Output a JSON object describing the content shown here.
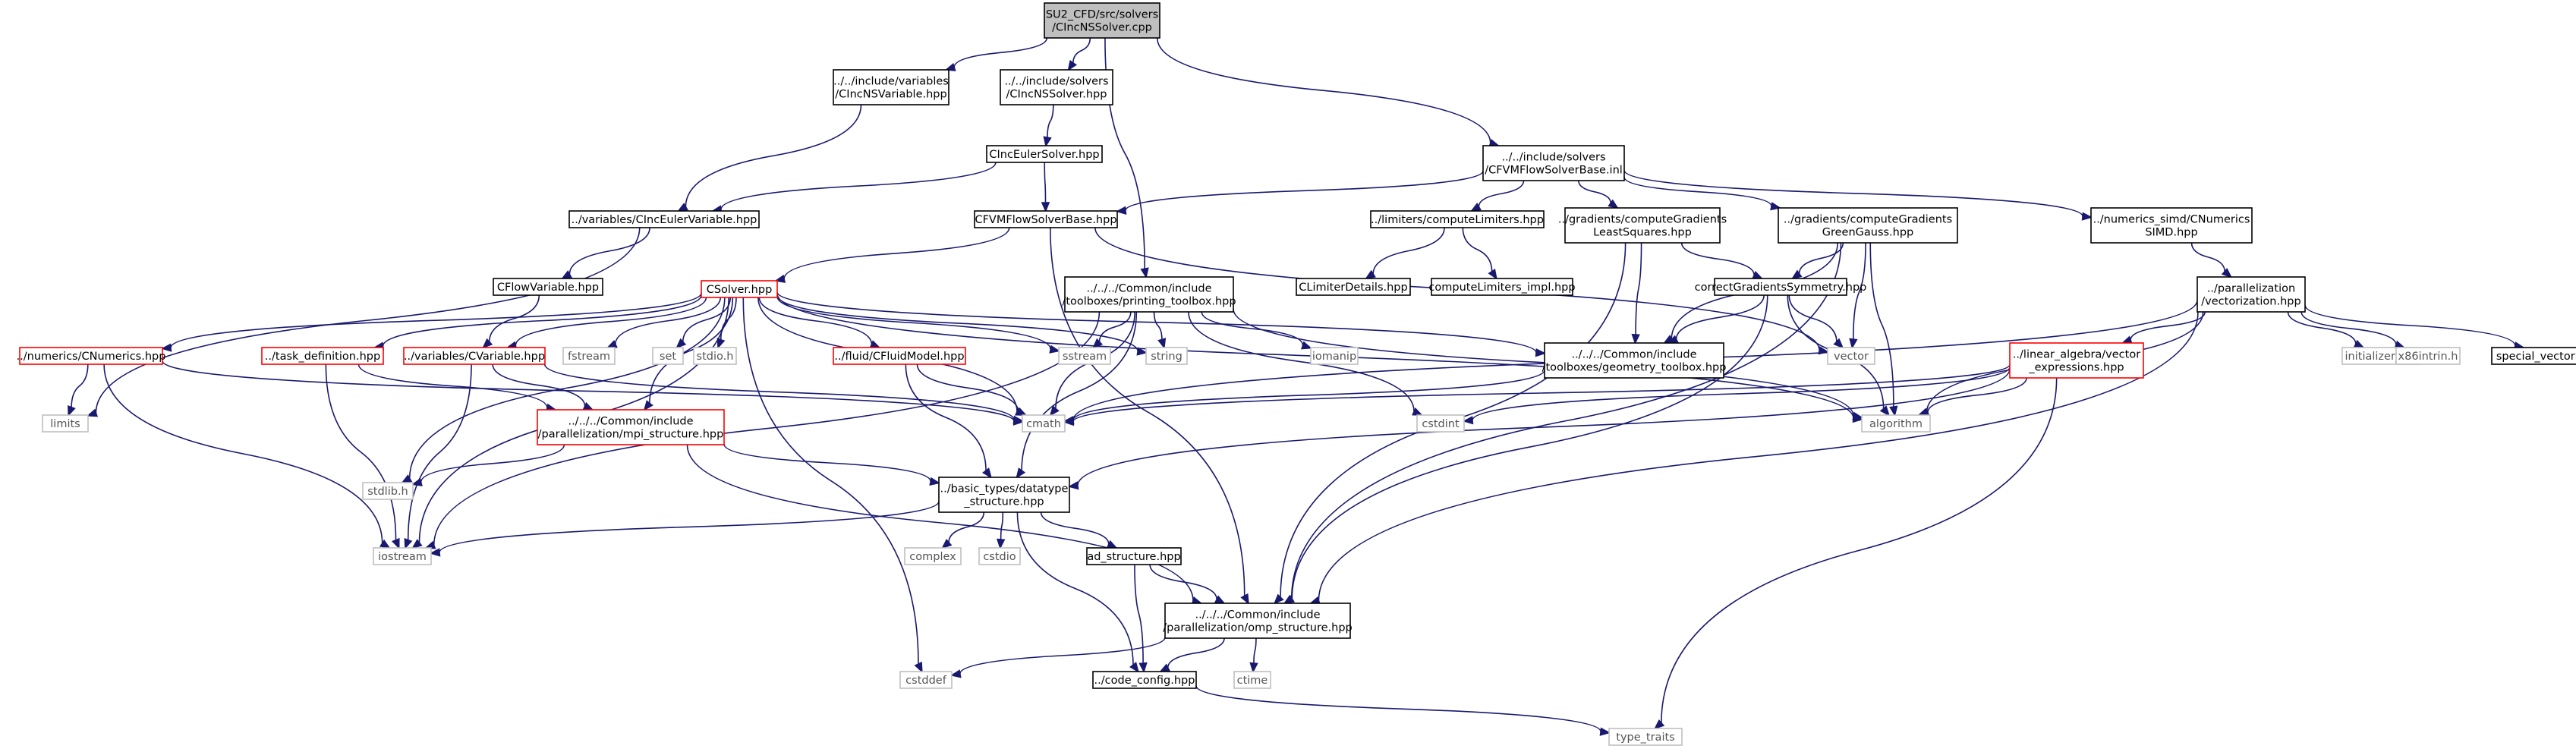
{
  "colors": {
    "edge": "#191970",
    "root_fill": "#bfbfbf",
    "truncated_border": "#ff0000",
    "system_border": "#bfbfbf",
    "node_border": "#000000"
  },
  "nodes": [
    {
      "id": "root",
      "kind": "root",
      "lines": [
        "SU2_CFD/src/solvers",
        "/CIncNSSolver.cpp"
      ]
    },
    {
      "id": "incnsvar",
      "kind": "doc",
      "lines": [
        "../../include/variables",
        "/CIncNSVariable.hpp"
      ]
    },
    {
      "id": "incnssolver",
      "kind": "doc",
      "lines": [
        "../../include/solvers",
        "/CIncNSSolver.hpp"
      ]
    },
    {
      "id": "printing",
      "kind": "doc",
      "lines": [
        "../../../Common/include",
        "/toolboxes/printing_toolbox.hpp"
      ]
    },
    {
      "id": "fvmbaseinl",
      "kind": "doc",
      "lines": [
        "../../include/solvers",
        "/CFVMFlowSolverBase.inl"
      ]
    },
    {
      "id": "inceulersolver",
      "kind": "doc",
      "lines": [
        "CIncEulerSolver.hpp"
      ]
    },
    {
      "id": "inceulervar",
      "kind": "doc",
      "lines": [
        "../variables/CIncEulerVariable.hpp"
      ]
    },
    {
      "id": "fvmbase",
      "kind": "doc",
      "lines": [
        "CFVMFlowSolverBase.hpp"
      ]
    },
    {
      "id": "computelimiters",
      "kind": "doc",
      "lines": [
        "../limiters/computeLimiters.hpp"
      ]
    },
    {
      "id": "leastsquares",
      "kind": "doc",
      "lines": [
        "../gradients/computeGradients",
        "LeastSquares.hpp"
      ]
    },
    {
      "id": "greengauss",
      "kind": "doc",
      "lines": [
        "../gradients/computeGradients",
        "GreenGauss.hpp"
      ]
    },
    {
      "id": "simd",
      "kind": "doc",
      "lines": [
        "../numerics_simd/CNumerics",
        "SIMD.hpp"
      ]
    },
    {
      "id": "flowvar",
      "kind": "doc",
      "lines": [
        "CFlowVariable.hpp"
      ]
    },
    {
      "id": "csolver",
      "kind": "trunc",
      "lines": [
        "CSolver.hpp"
      ]
    },
    {
      "id": "limiterdetails",
      "kind": "doc",
      "lines": [
        "CLimiterDetails.hpp"
      ]
    },
    {
      "id": "limitersimpl",
      "kind": "doc",
      "lines": [
        "computeLimiters_impl.hpp"
      ]
    },
    {
      "id": "correctgrad",
      "kind": "doc",
      "lines": [
        "correctGradientsSymmetry.hpp"
      ]
    },
    {
      "id": "vectorization",
      "kind": "doc",
      "lines": [
        "../parallelization",
        "/vectorization.hpp"
      ]
    },
    {
      "id": "cnumerics",
      "kind": "trunc",
      "lines": [
        "../numerics/CNumerics.hpp"
      ]
    },
    {
      "id": "taskdef",
      "kind": "trunc",
      "lines": [
        "../task_definition.hpp"
      ]
    },
    {
      "id": "cvariable",
      "kind": "trunc",
      "lines": [
        "../variables/CVariable.hpp"
      ]
    },
    {
      "id": "fstream",
      "kind": "sys",
      "lines": [
        "fstream"
      ]
    },
    {
      "id": "set",
      "kind": "sys",
      "lines": [
        "set"
      ]
    },
    {
      "id": "stdioh",
      "kind": "sys",
      "lines": [
        "stdio.h"
      ]
    },
    {
      "id": "fluidmodel",
      "kind": "trunc",
      "lines": [
        "../fluid/CFluidModel.hpp"
      ]
    },
    {
      "id": "sstream",
      "kind": "sys",
      "lines": [
        "sstream"
      ]
    },
    {
      "id": "string",
      "kind": "sys",
      "lines": [
        "string"
      ]
    },
    {
      "id": "iomanip",
      "kind": "sys",
      "lines": [
        "iomanip"
      ]
    },
    {
      "id": "geometry",
      "kind": "doc",
      "lines": [
        "../../../Common/include",
        "/toolboxes/geometry_toolbox.hpp"
      ]
    },
    {
      "id": "vector",
      "kind": "sys",
      "lines": [
        "vector"
      ]
    },
    {
      "id": "linalg",
      "kind": "trunc",
      "lines": [
        "../linear_algebra/vector",
        "_expressions.hpp"
      ]
    },
    {
      "id": "initlist",
      "kind": "sys",
      "lines": [
        "initializer_list"
      ]
    },
    {
      "id": "x86intrin",
      "kind": "sys",
      "lines": [
        "x86intrin.h"
      ]
    },
    {
      "id": "specialvec",
      "kind": "doc",
      "lines": [
        "special_vectorization.hpp"
      ]
    },
    {
      "id": "limits",
      "kind": "sys",
      "lines": [
        "limits"
      ]
    },
    {
      "id": "mpistructure",
      "kind": "trunc",
      "lines": [
        "../../../Common/include",
        "/parallelization/mpi_structure.hpp"
      ]
    },
    {
      "id": "cmath",
      "kind": "sys",
      "lines": [
        "cmath"
      ]
    },
    {
      "id": "cstdint",
      "kind": "sys",
      "lines": [
        "cstdint"
      ]
    },
    {
      "id": "algorithm",
      "kind": "sys",
      "lines": [
        "algorithm"
      ]
    },
    {
      "id": "stdlibh",
      "kind": "sys",
      "lines": [
        "stdlib.h"
      ]
    },
    {
      "id": "datatype",
      "kind": "doc",
      "lines": [
        "../basic_types/datatype",
        "_structure.hpp"
      ]
    },
    {
      "id": "iostream",
      "kind": "sys",
      "lines": [
        "iostream"
      ]
    },
    {
      "id": "complex",
      "kind": "sys",
      "lines": [
        "complex"
      ]
    },
    {
      "id": "cstdio",
      "kind": "sys",
      "lines": [
        "cstdio"
      ]
    },
    {
      "id": "adstructure",
      "kind": "doc",
      "lines": [
        "ad_structure.hpp"
      ]
    },
    {
      "id": "ompstructure",
      "kind": "doc",
      "lines": [
        "../../../Common/include",
        "/parallelization/omp_structure.hpp"
      ]
    },
    {
      "id": "cstddef",
      "kind": "sys",
      "lines": [
        "cstddef"
      ]
    },
    {
      "id": "codeconfig",
      "kind": "doc",
      "lines": [
        "../code_config.hpp"
      ]
    },
    {
      "id": "ctime",
      "kind": "sys",
      "lines": [
        "ctime"
      ]
    },
    {
      "id": "typetraits",
      "kind": "sys",
      "lines": [
        "type_traits"
      ]
    }
  ],
  "edges": [
    [
      "root",
      "incnsvar"
    ],
    [
      "root",
      "incnssolver"
    ],
    [
      "root",
      "printing"
    ],
    [
      "root",
      "fvmbaseinl"
    ],
    [
      "incnsvar",
      "inceulervar"
    ],
    [
      "incnssolver",
      "inceulersolver"
    ],
    [
      "inceulersolver",
      "inceulervar"
    ],
    [
      "inceulersolver",
      "fvmbase"
    ],
    [
      "inceulervar",
      "flowvar"
    ],
    [
      "inceulervar",
      "limits"
    ],
    [
      "fvmbaseinl",
      "fvmbase"
    ],
    [
      "fvmbaseinl",
      "computelimiters"
    ],
    [
      "fvmbaseinl",
      "leastsquares"
    ],
    [
      "fvmbaseinl",
      "greengauss"
    ],
    [
      "fvmbaseinl",
      "simd"
    ],
    [
      "fvmbase",
      "csolver"
    ],
    [
      "fvmbase",
      "ompstructure"
    ],
    [
      "fvmbase",
      "vector"
    ],
    [
      "flowvar",
      "cvariable"
    ],
    [
      "computelimiters",
      "limiterdetails"
    ],
    [
      "computelimiters",
      "limitersimpl"
    ],
    [
      "leastsquares",
      "correctgrad"
    ],
    [
      "leastsquares",
      "geometry"
    ],
    [
      "leastsquares",
      "ompstructure"
    ],
    [
      "greengauss",
      "correctgrad"
    ],
    [
      "greengauss",
      "geometry"
    ],
    [
      "greengauss",
      "vector"
    ],
    [
      "greengauss",
      "algorithm"
    ],
    [
      "greengauss",
      "ompstructure"
    ],
    [
      "simd",
      "vectorization"
    ],
    [
      "csolver",
      "cnumerics"
    ],
    [
      "csolver",
      "taskdef"
    ],
    [
      "csolver",
      "cvariable"
    ],
    [
      "csolver",
      "fstream"
    ],
    [
      "csolver",
      "set"
    ],
    [
      "csolver",
      "stdioh"
    ],
    [
      "csolver",
      "fluidmodel"
    ],
    [
      "csolver",
      "sstream"
    ],
    [
      "csolver",
      "string"
    ],
    [
      "csolver",
      "mpistructure"
    ],
    [
      "csolver",
      "cmath"
    ],
    [
      "csolver",
      "algorithm"
    ],
    [
      "csolver",
      "stdlibh"
    ],
    [
      "csolver",
      "iostream"
    ],
    [
      "csolver",
      "cstddef"
    ],
    [
      "csolver",
      "geometry"
    ],
    [
      "printing",
      "sstream"
    ],
    [
      "printing",
      "string"
    ],
    [
      "printing",
      "iomanip"
    ],
    [
      "printing",
      "cmath"
    ],
    [
      "printing",
      "cstdint"
    ],
    [
      "printing",
      "algorithm"
    ],
    [
      "printing",
      "iostream"
    ],
    [
      "printing",
      "datatype"
    ],
    [
      "correctgrad",
      "geometry"
    ],
    [
      "correctgrad",
      "vector"
    ],
    [
      "correctgrad",
      "algorithm"
    ],
    [
      "correctgrad",
      "ompstructure"
    ],
    [
      "vectorization",
      "linalg"
    ],
    [
      "vectorization",
      "initlist"
    ],
    [
      "vectorization",
      "x86intrin"
    ],
    [
      "vectorization",
      "specialvec"
    ],
    [
      "vectorization",
      "cmath"
    ],
    [
      "vectorization",
      "algorithm"
    ],
    [
      "vectorization",
      "ompstructure"
    ],
    [
      "cnumerics",
      "limits"
    ],
    [
      "cnumerics",
      "iostream"
    ],
    [
      "cnumerics",
      "cmath"
    ],
    [
      "taskdef",
      "mpistructure"
    ],
    [
      "taskdef",
      "iostream"
    ],
    [
      "cvariable",
      "mpistructure"
    ],
    [
      "cvariable",
      "iostream"
    ],
    [
      "cvariable",
      "cmath"
    ],
    [
      "fluidmodel",
      "cmath"
    ],
    [
      "fluidmodel",
      "datatype"
    ],
    [
      "geometry",
      "cmath"
    ],
    [
      "linalg",
      "datatype"
    ],
    [
      "linalg",
      "algorithm"
    ],
    [
      "linalg",
      "cmath"
    ],
    [
      "linalg",
      "typetraits"
    ],
    [
      "linalg",
      "cstdint"
    ],
    [
      "mpistructure",
      "stdlibh"
    ],
    [
      "mpistructure",
      "datatype"
    ],
    [
      "mpistructure",
      "ompstructure"
    ],
    [
      "datatype",
      "iostream"
    ],
    [
      "datatype",
      "complex"
    ],
    [
      "datatype",
      "cstdio"
    ],
    [
      "datatype",
      "adstructure"
    ],
    [
      "datatype",
      "codeconfig"
    ],
    [
      "adstructure",
      "ompstructure"
    ],
    [
      "adstructure",
      "codeconfig"
    ],
    [
      "ompstructure",
      "codeconfig"
    ],
    [
      "ompstructure",
      "ctime"
    ],
    [
      "ompstructure",
      "cstddef"
    ],
    [
      "codeconfig",
      "typetraits"
    ]
  ]
}
